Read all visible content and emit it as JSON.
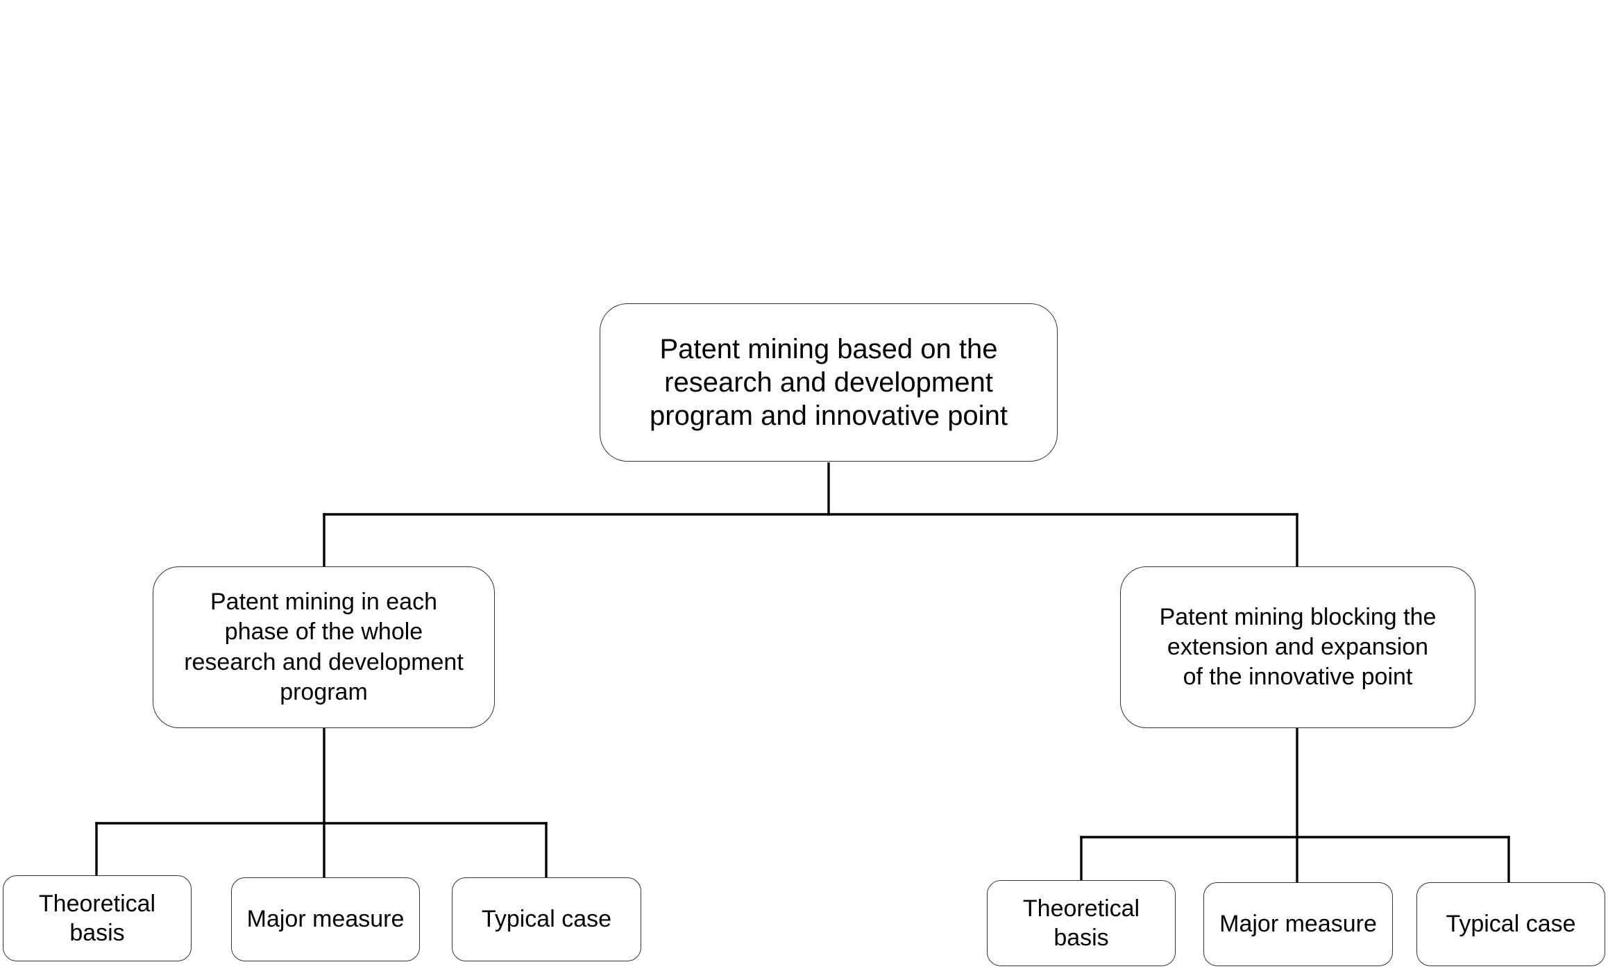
{
  "diagram": {
    "root": {
      "label": "Patent mining based on the research and development program and innovative point"
    },
    "branches": [
      {
        "label": "Patent mining in each phase of the whole research and development program",
        "children": [
          "Theoretical basis",
          "Major measure",
          "Typical case"
        ]
      },
      {
        "label": "Patent mining blocking the extension and expansion of the innovative point",
        "children": [
          "Theoretical basis",
          "Major measure",
          "Typical case"
        ]
      }
    ]
  }
}
